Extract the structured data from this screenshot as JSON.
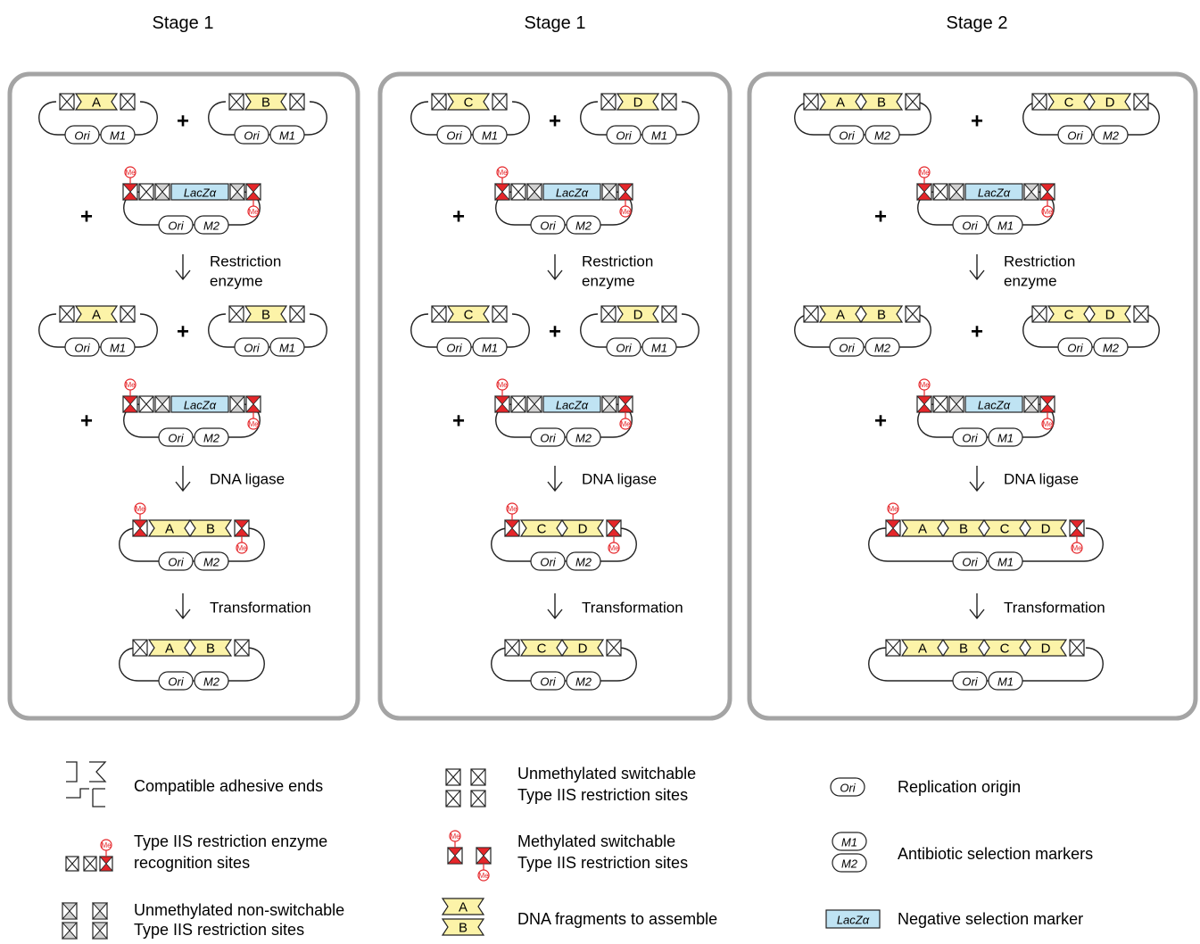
{
  "panels": [
    {
      "title": "Stage 1",
      "input_plasmids": [
        {
          "fragments": [
            "A"
          ],
          "markers": [
            "Ori",
            "M1"
          ]
        },
        {
          "fragments": [
            "B"
          ],
          "markers": [
            "Ori",
            "M1"
          ]
        }
      ],
      "vector": {
        "insert": "LacZα",
        "markers": [
          "Ori",
          "M2"
        ]
      },
      "steps": {
        "restriction": [
          "Restriction",
          "enzyme"
        ],
        "ligation": "DNA ligase",
        "transformation": "Transformation"
      },
      "cut_products": [
        {
          "fragments": [
            "A"
          ],
          "markers": [
            "Ori",
            "M1"
          ]
        },
        {
          "fragments": [
            "B"
          ],
          "markers": [
            "Ori",
            "M1"
          ]
        }
      ],
      "cut_vector": {
        "insert": "LacZα",
        "markers": [
          "Ori",
          "M2"
        ]
      },
      "ligated": {
        "fragments": [
          "A",
          "B"
        ],
        "markers": [
          "Ori",
          "M2"
        ]
      },
      "final": {
        "fragments": [
          "A",
          "B"
        ],
        "markers": [
          "Ori",
          "M2"
        ]
      }
    },
    {
      "title": "Stage 1",
      "input_plasmids": [
        {
          "fragments": [
            "C"
          ],
          "markers": [
            "Ori",
            "M1"
          ]
        },
        {
          "fragments": [
            "D"
          ],
          "markers": [
            "Ori",
            "M1"
          ]
        }
      ],
      "vector": {
        "insert": "LacZα",
        "markers": [
          "Ori",
          "M2"
        ]
      },
      "steps": {
        "restriction": [
          "Restriction",
          "enzyme"
        ],
        "ligation": "DNA ligase",
        "transformation": "Transformation"
      },
      "cut_products": [
        {
          "fragments": [
            "C"
          ],
          "markers": [
            "Ori",
            "M1"
          ]
        },
        {
          "fragments": [
            "D"
          ],
          "markers": [
            "Ori",
            "M1"
          ]
        }
      ],
      "cut_vector": {
        "insert": "LacZα",
        "markers": [
          "Ori",
          "M2"
        ]
      },
      "ligated": {
        "fragments": [
          "C",
          "D"
        ],
        "markers": [
          "Ori",
          "M2"
        ]
      },
      "final": {
        "fragments": [
          "C",
          "D"
        ],
        "markers": [
          "Ori",
          "M2"
        ]
      }
    },
    {
      "title": "Stage 2",
      "input_plasmids": [
        {
          "fragments": [
            "A",
            "B"
          ],
          "markers": [
            "Ori",
            "M2"
          ]
        },
        {
          "fragments": [
            "C",
            "D"
          ],
          "markers": [
            "Ori",
            "M2"
          ]
        }
      ],
      "vector": {
        "insert": "LacZα",
        "markers": [
          "Ori",
          "M1"
        ]
      },
      "steps": {
        "restriction": [
          "Restriction",
          "enzyme"
        ],
        "ligation": "DNA ligase",
        "transformation": "Transformation"
      },
      "cut_products": [
        {
          "fragments": [
            "A",
            "B"
          ],
          "markers": [
            "Ori",
            "M2"
          ]
        },
        {
          "fragments": [
            "C",
            "D"
          ],
          "markers": [
            "Ori",
            "M2"
          ]
        }
      ],
      "cut_vector": {
        "insert": "LacZα",
        "markers": [
          "Ori",
          "M1"
        ]
      },
      "ligated": {
        "fragments": [
          "A",
          "B",
          "C",
          "D"
        ],
        "markers": [
          "Ori",
          "M1"
        ]
      },
      "final": {
        "fragments": [
          "A",
          "B",
          "C",
          "D"
        ],
        "markers": [
          "Ori",
          "M1"
        ]
      }
    }
  ],
  "plus_sign": "+",
  "methyl_label": "Me",
  "legend": {
    "adhesive_ends": "Compatible adhesive ends",
    "recognition_sites": [
      "Type IIS restriction enzyme",
      "recognition sites"
    ],
    "unmethylated_nonswitchable": [
      "Unmethylated non-switchable",
      "Type IIS restriction sites"
    ],
    "unmethylated_switchable": [
      "Unmethylated switchable",
      "Type IIS restriction sites"
    ],
    "methylated_switchable": [
      "Methylated switchable",
      "Type IIS restriction sites"
    ],
    "fragments": "DNA fragments to assemble",
    "fragment_examples": [
      "A",
      "B"
    ],
    "ori": "Replication origin",
    "ori_symbol": "Ori",
    "markers": "Antibiotic selection markers",
    "marker_symbols": [
      "M1",
      "M2"
    ],
    "negative": "Negative selection marker",
    "negative_symbol": "LacZα"
  },
  "colors": {
    "fragment_fill": "#fcf3a8",
    "lacz_fill": "#bfe3f3",
    "methyl_red": "#e5262a",
    "panel_border": "#a4a4a4",
    "site_grey": "#d2d2d2"
  }
}
